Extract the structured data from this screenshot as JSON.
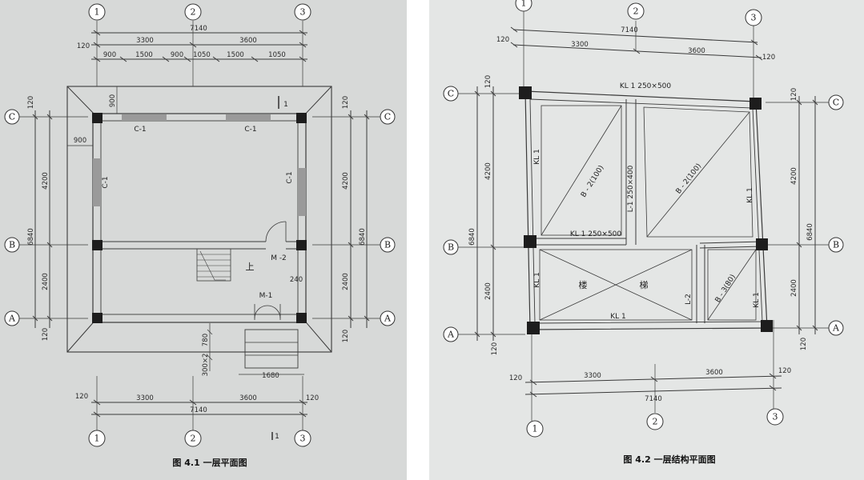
{
  "left_plan": {
    "caption": "图 4.1  一层平面图",
    "axes": {
      "a1": "1",
      "a2": "2",
      "a3": "3",
      "aA": "A",
      "aB": "B",
      "aC": "C"
    },
    "dims": {
      "top_total": "7140",
      "top_120": "120",
      "top_3300": "3300",
      "top_3600": "3600",
      "top_900a": "900",
      "top_1500a": "1500",
      "top_900b": "900",
      "top_1050a": "1050",
      "top_1500b": "1500",
      "top_1050b": "1050",
      "bot_120a": "120",
      "bot_3300": "3300",
      "bot_3600": "3600",
      "bot_120b": "120",
      "bot_total": "7140",
      "left_120a": "120",
      "left_4200": "4200",
      "left_6840": "6840",
      "left_2400": "2400",
      "left_120b": "120",
      "right_120a": "120",
      "right_4200": "4200",
      "right_6840": "6840",
      "right_2400": "2400",
      "right_120b": "120",
      "in_900v": "900",
      "in_900h": "900",
      "d_780": "780",
      "d_300x2": "300×2",
      "d_1680": "1680",
      "d_240": "240"
    },
    "labels": {
      "c1_top_a": "C-1",
      "c1_top_b": "C-1",
      "c1_left": "C-1",
      "c1_right": "C-1",
      "m1": "M-1",
      "m2": "M -2",
      "up": "上",
      "sec_top": "1",
      "sec_bot": "1"
    }
  },
  "right_plan": {
    "caption": "图 4.2  一层结构平面图",
    "axes": {
      "a1": "1",
      "a2": "2",
      "a3": "3",
      "aA": "A",
      "aB": "B",
      "aC": "C"
    },
    "dims": {
      "top_total": "7140",
      "top_120a": "120",
      "top_3300": "3300",
      "top_3600": "3600",
      "top_120b": "120",
      "bot_120a": "120",
      "bot_3300": "3300",
      "bot_3600": "3600",
      "bot_120b": "120",
      "bot_total": "7140",
      "left_120a": "120",
      "left_4200": "4200",
      "left_6840": "6840",
      "left_2400": "2400",
      "left_120b": "120",
      "right_120a": "120",
      "right_4200": "4200",
      "right_6840": "6840",
      "right_2400": "2400",
      "right_120b": "120"
    },
    "labels": {
      "kl1_top": "KL 1   250×500",
      "kl1_mid": "KL 1   250×500",
      "kl1_bot": "KL 1",
      "kl1_left_top": "KL 1",
      "kl1_left_bot": "KL 1",
      "kl1_right_top": "KL 1",
      "kl1_right_bot": "KL 1",
      "l1": "L-1  250×400",
      "l2": "L-2",
      "b2a": "B - 2(100)",
      "b2b": "B - 2(100)",
      "b3": "B - 3(80)",
      "stair_a": "楼",
      "stair_b": "梯"
    }
  }
}
